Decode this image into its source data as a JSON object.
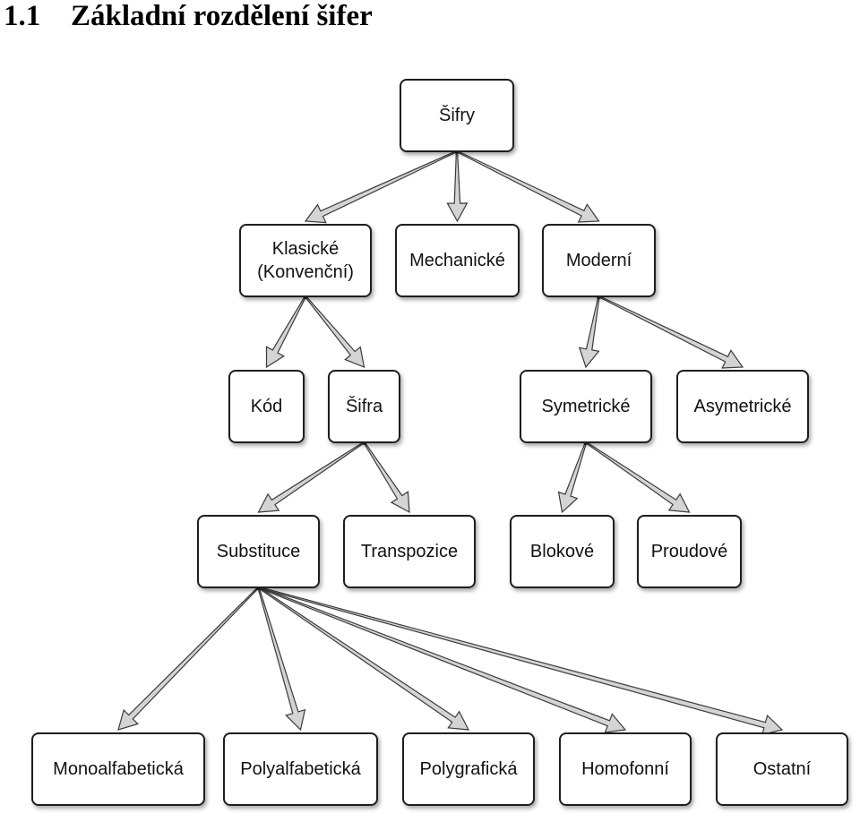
{
  "heading": {
    "number": "1.1",
    "title": "Základní rozdělení šifer"
  },
  "nodes": {
    "root": "Šifry",
    "klasicke": "Klasické\n(Konvenční)",
    "mechanicke": "Mechanické",
    "moderni": "Moderní",
    "kod": "Kód",
    "sifra": "Šifra",
    "symetricke": "Symetrické",
    "asymetricke": "Asymetrické",
    "substituce": "Substituce",
    "transpozice": "Transpozice",
    "blokove": "Blokové",
    "proudove": "Proudové",
    "monoalfabeticka": "Monoalfabetická",
    "polyalfabeticka": "Polyalfabetická",
    "polygraficka": "Polygrafická",
    "homofonni": "Homofonní",
    "ostatni": "Ostatní"
  },
  "edges": [
    [
      "root",
      "klasicke"
    ],
    [
      "root",
      "mechanicke"
    ],
    [
      "root",
      "moderni"
    ],
    [
      "klasicke",
      "kod"
    ],
    [
      "klasicke",
      "sifra"
    ],
    [
      "moderni",
      "symetricke"
    ],
    [
      "moderni",
      "asymetricke"
    ],
    [
      "sifra",
      "substituce"
    ],
    [
      "sifra",
      "transpozice"
    ],
    [
      "symetricke",
      "blokove"
    ],
    [
      "symetricke",
      "proudove"
    ],
    [
      "substituce",
      "monoalfabeticka"
    ],
    [
      "substituce",
      "polyalfabeticka"
    ],
    [
      "substituce",
      "polygraficka"
    ],
    [
      "substituce",
      "homofonni"
    ],
    [
      "substituce",
      "ostatni"
    ]
  ]
}
